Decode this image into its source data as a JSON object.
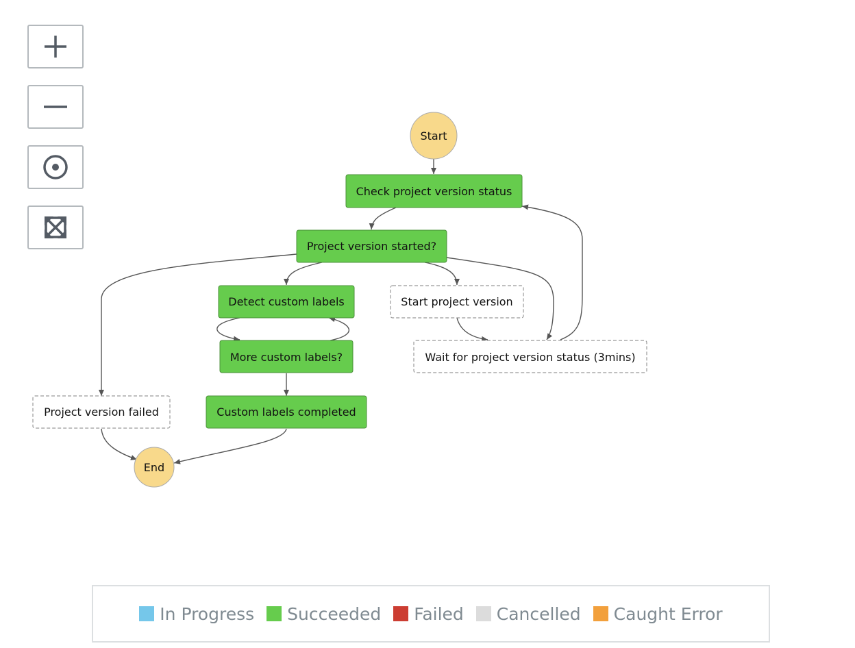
{
  "controls": [
    {
      "name": "zoom-in-button",
      "icon": "plus-icon"
    },
    {
      "name": "zoom-out-button",
      "icon": "minus-icon"
    },
    {
      "name": "center-button",
      "icon": "target-icon"
    },
    {
      "name": "fit-view-button",
      "icon": "expand-arrows-icon"
    }
  ],
  "colors": {
    "succeeded": "#66cc4d",
    "terminal": "#f8d98b",
    "edge": "#555555",
    "in_progress": "#75c7ea",
    "failed": "#cc3d32",
    "cancelled": "#dcdcdc",
    "caught_error": "#f2a03c"
  },
  "nodes": {
    "start": "Start",
    "check_status": "Check project version status",
    "version_started": "Project version started?",
    "detect_labels": "Detect custom labels",
    "start_version": "Start project version",
    "more_labels": "More custom labels?",
    "wait_status": "Wait for project version status (3mins)",
    "version_failed": "Project version failed",
    "labels_completed": "Custom labels completed",
    "end": "End"
  },
  "legend": [
    {
      "label": "In Progress",
      "color": "#75c7ea"
    },
    {
      "label": "Succeeded",
      "color": "#66cc4d"
    },
    {
      "label": "Failed",
      "color": "#cc3d32"
    },
    {
      "label": "Cancelled",
      "color": "#dcdcdc"
    },
    {
      "label": "Caught Error",
      "color": "#f2a03c"
    }
  ]
}
